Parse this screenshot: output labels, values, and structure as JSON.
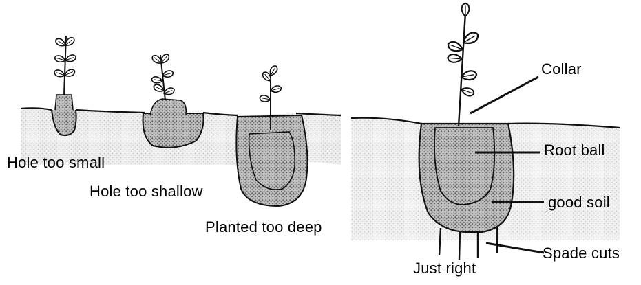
{
  "labels": {
    "hole_too_small": "Hole too small",
    "hole_too_shallow": "Hole too shallow",
    "planted_too_deep": "Planted too deep",
    "collar": "Collar",
    "root_ball": "Root ball",
    "good_soil": "good soil",
    "spade_cuts": "Spade cuts",
    "just_right": "Just right"
  },
  "colors": {
    "ink": "#111111",
    "soil_fill": "#d4d4d4",
    "rootball_fill": "#b8b8b8",
    "background": "#ffffff"
  }
}
